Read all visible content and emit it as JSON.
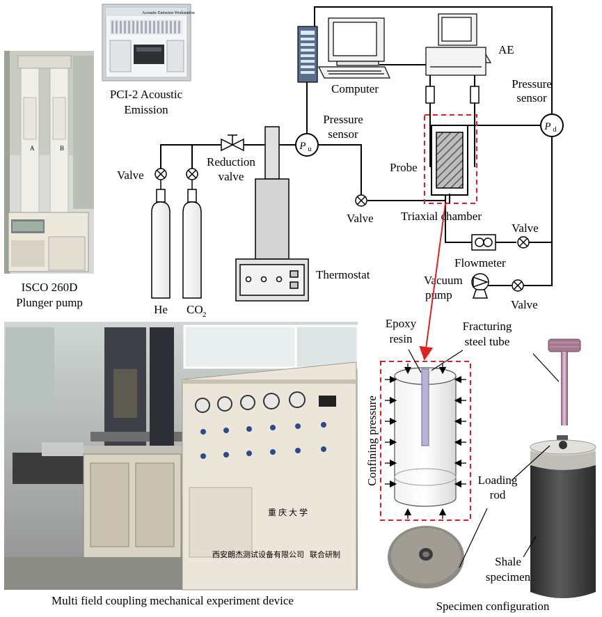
{
  "labels": {
    "pci_line1": "PCI-2 Acoustic",
    "pci_line2": "Emission",
    "aew_header": "Acoustic Emission Workstation",
    "isco_line1": "ISCO 260D",
    "isco_line2": "Plunger pump",
    "computer": "Computer",
    "ae": "AE",
    "pressure_sensor_left_1": "Pressure",
    "pressure_sensor_left_2": "sensor",
    "pressure_sensor_right_1": "Pressure",
    "pressure_sensor_right_2": "sensor",
    "pu_main": "P",
    "pu_sub": "u",
    "pd_main": "P",
    "pd_sub": "d",
    "valve_left": "Valve",
    "valve_mid": "Valve",
    "valve_flow": "Valve",
    "valve_vac": "Valve",
    "reduction_1": "Reduction",
    "reduction_2": "valve",
    "probe": "Probe",
    "triaxial": "Triaxial chamber",
    "flowmeter": "Flowmeter",
    "vacuum_1": "Vacuum",
    "vacuum_2": "pump",
    "thermostat": "Thermostat",
    "he": "He",
    "co2_main": "CO",
    "co2_sub": "2",
    "epoxy_1": "Epoxy",
    "epoxy_2": "resin",
    "fracturing_1": "Fracturing",
    "fracturing_2": "steel tube",
    "confining": "Confining pressure",
    "loading_1": "Loading",
    "loading_2": "rod",
    "shale_1": "Shale",
    "shale_2": "specimen",
    "caption_left": "Multi field coupling mechanical experiment device",
    "caption_right": "Specimen configuration",
    "machine_text_1": "重 庆 大 学",
    "machine_text_2": "西安朗杰测试设备有限公司",
    "machine_text_3": "联合研制",
    "pump_a": "A",
    "pump_b": "B"
  },
  "colors": {
    "line": "#000000",
    "dashed_box": "#e02020",
    "arrow": "#e02020",
    "cylinder_gray": "#d9d9d9",
    "machine_panel": "#ece6da",
    "shale": "#3b3b3b"
  }
}
